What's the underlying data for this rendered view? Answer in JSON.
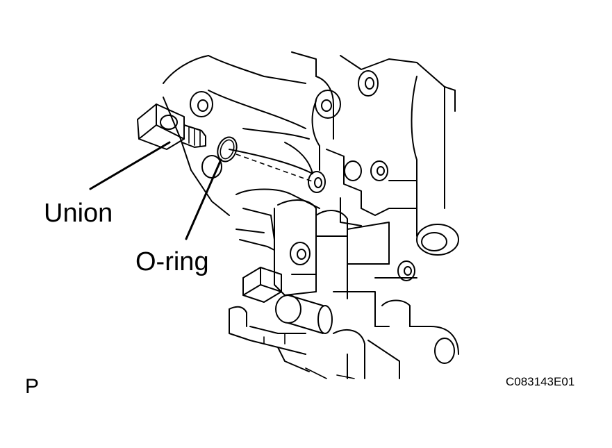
{
  "labels": {
    "union": "Union",
    "o_ring": "O-ring",
    "view_letter": "P",
    "figure_code": "C083143E01"
  }
}
